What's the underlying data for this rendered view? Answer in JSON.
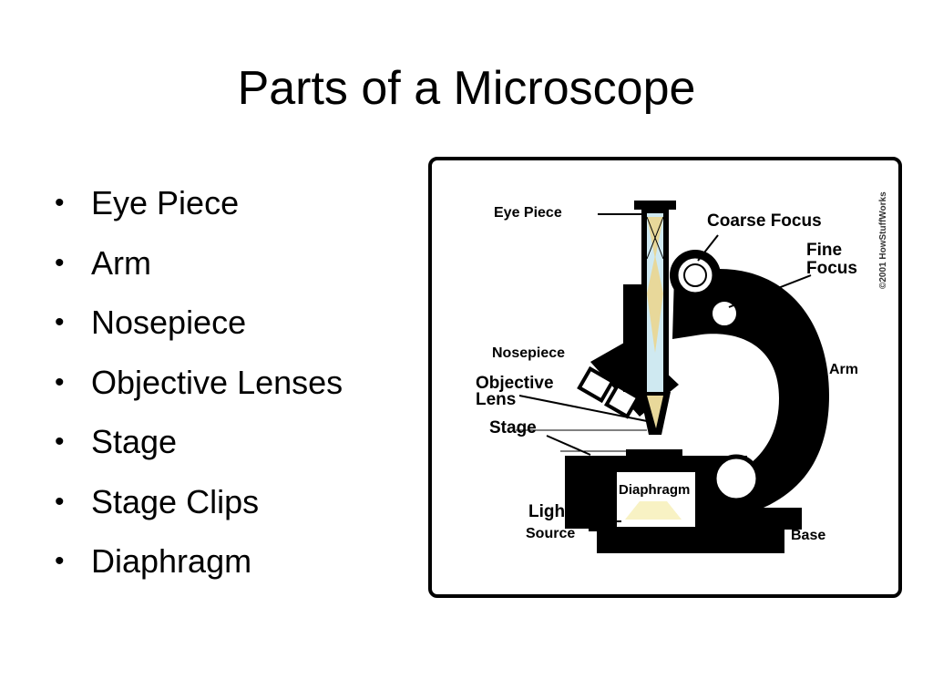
{
  "slide": {
    "title": "Parts of a Microscope",
    "bullets": [
      "Eye Piece",
      "Arm",
      "Nosepiece",
      "Objective Lenses",
      "Stage",
      "Stage Clips",
      "Diaphragm"
    ]
  },
  "diagram": {
    "labels": {
      "eye_piece": "Eye Piece",
      "coarse_focus": "Coarse Focus",
      "fine_focus_line1": "Fine",
      "fine_focus_line2": "Focus",
      "nosepiece": "Nosepiece",
      "objective_line1": "Objective",
      "objective_line2": "Lens",
      "stage": "Stage",
      "arm": "Arm",
      "diaphragm": "Diaphragm",
      "light_line1": "Light",
      "light_line2": "Source",
      "base": "Base"
    },
    "copyright": "©2001 HowStuffWorks"
  }
}
